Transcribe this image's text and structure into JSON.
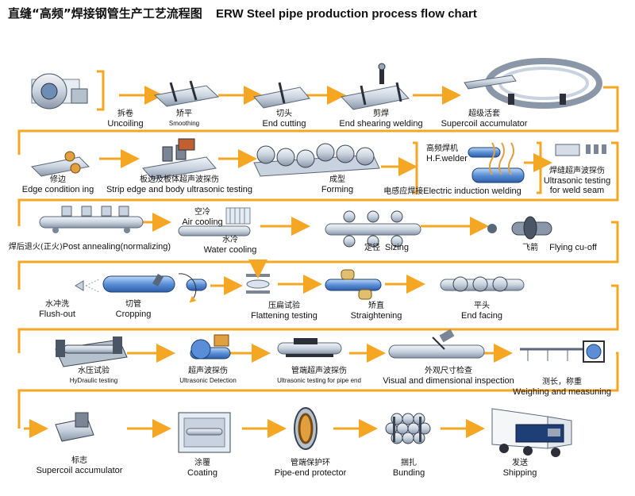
{
  "title": {
    "zh": "直缝“高频”焊接钢管生产工艺流程图",
    "en": "ERW Steel pipe production process flow chart"
  },
  "colors": {
    "arrow": "#f5a623",
    "pipe": "#5a8fd8",
    "steel": "#c9d3df",
    "dark": "#2c2f3a"
  },
  "steps": {
    "uncoiling": {
      "zh": "拆卷",
      "en": "Uncoiling"
    },
    "smoothing": {
      "zh": "矫平",
      "en": "Smoothing"
    },
    "end_cutting": {
      "zh": "切头",
      "en": "End cutting"
    },
    "shearing_welding": {
      "zh": "剪焊",
      "en": "End shearing welding"
    },
    "accumulator1": {
      "zh": "超级活套",
      "en": "Supercoil accumulator"
    },
    "edge": {
      "zh": "修边",
      "en": "Edge condition ing"
    },
    "strip_ut": {
      "zh": "板边及板体超声波探伤",
      "en": "Strip edge and body ultrasonic testing"
    },
    "forming": {
      "zh": "成型",
      "en": "Forming"
    },
    "hf_welder": {
      "zh": "高频焊机",
      "en": "H.F.welder"
    },
    "induction": {
      "zh": "电感应焊接",
      "en": "Electric induction welding"
    },
    "weld_ut": {
      "zh": "焊缝超声波探伤",
      "en1": "Ultrasonic testing",
      "en2": "for weld seam"
    },
    "annealing": {
      "zh": "焊后退火(正火)",
      "en": "Post annealing(normalizing)"
    },
    "air": {
      "zh": "空冷",
      "en": "Air cooling"
    },
    "water": {
      "zh": "水冷",
      "en": "Water cooling"
    },
    "sizing": {
      "zh": "定径",
      "en": "Sizing"
    },
    "flying": {
      "zh": "飞箭",
      "en": "Flying cu-off"
    },
    "flush": {
      "zh": "水冲洗",
      "en": "Flush-out"
    },
    "cropping": {
      "zh": "切管",
      "en": "Cropping"
    },
    "flattening": {
      "zh": "压扁试验",
      "en": "Flattening testing"
    },
    "straight": {
      "zh": "矫直",
      "en": "Straightening"
    },
    "facing": {
      "zh": "平头",
      "en": "End facing"
    },
    "hydro": {
      "zh": "水压试验",
      "en": "HyDraulic testing"
    },
    "ut": {
      "zh": "超声波探伤",
      "en": "Ultrasonic Detection"
    },
    "end_ut": {
      "zh": "管端超声波探伤",
      "en": "Ultrasonic testing for pipe end"
    },
    "visual": {
      "zh": "外观尺寸检查",
      "en": "Visual and dimensional inspection"
    },
    "weigh": {
      "zh": "测长，称重",
      "en": "Weighing and measuning"
    },
    "mark": {
      "zh": "标志",
      "en": "Supercoil accumulator"
    },
    "coating": {
      "zh": "涂覆",
      "en": "Coating"
    },
    "protector": {
      "zh": "管端保护环",
      "en": "Pipe-end protector"
    },
    "bunding": {
      "zh": "捆扎",
      "en": "Bunding"
    },
    "shipping": {
      "zh": "发送",
      "en": "Shipping"
    }
  }
}
